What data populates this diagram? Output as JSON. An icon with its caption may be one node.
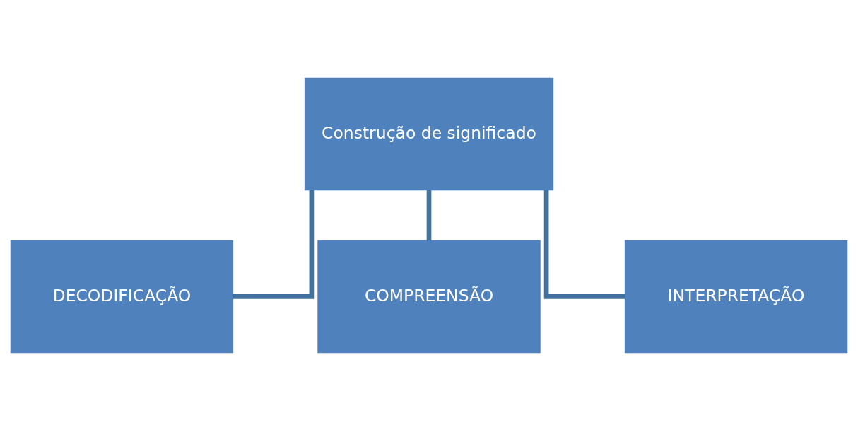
{
  "diagram": {
    "nodes": [
      {
        "text": [
          "Construção de significado"
        ]
      },
      {
        "text": [
          "DECODIFICAÇÃO"
        ]
      },
      {
        "text": [
          "COMPREENSÃO"
        ]
      },
      {
        "text": [
          "INTERPRETAÇÃO"
        ]
      }
    ],
    "edges": [
      {
        "from": 0,
        "to": 1,
        "arrow": "none"
      },
      {
        "from": 0,
        "to": 2,
        "arrow": "none"
      },
      {
        "from": 0,
        "to": 3,
        "arrow": "none"
      }
    ]
  }
}
